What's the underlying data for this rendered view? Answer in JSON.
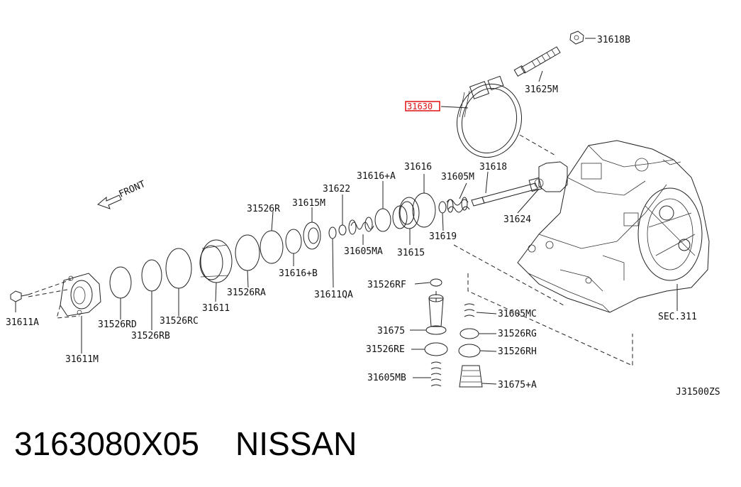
{
  "labels": {
    "p31618B": "31618B",
    "p31625M": "31625M",
    "p31630": "31630",
    "p31616": "31616",
    "p31618": "31618",
    "p31616A": "31616+A",
    "p31605M": "31605M",
    "p31622": "31622",
    "p31526R": "31526R",
    "p31615M": "31615M",
    "p31624": "31624",
    "p31619": "31619",
    "p31605MA": "31605MA",
    "p31615": "31615",
    "p31616B": "31616+B",
    "p31526RA": "31526RA",
    "p31611QA": "31611QA",
    "p31526RF": "31526RF",
    "p31605MC": "31605MC",
    "p31611": "31611",
    "p31526RC": "31526RC",
    "p31526RD": "31526RD",
    "p31526RB": "31526RB",
    "p31611A": "31611A",
    "p31611M": "31611M",
    "p31675": "31675",
    "p31526RG": "31526RG",
    "p31526RE": "31526RE",
    "p31526RH": "31526RH",
    "p31605MB": "31605MB",
    "p31675A": "31675+A",
    "sec311": "SEC.311",
    "front": "FRONT",
    "diagramId": "J31500ZS"
  },
  "caption": "3163080X05    NISSAN",
  "colors": {
    "highlight": "#e01010",
    "ink": "#222222"
  }
}
